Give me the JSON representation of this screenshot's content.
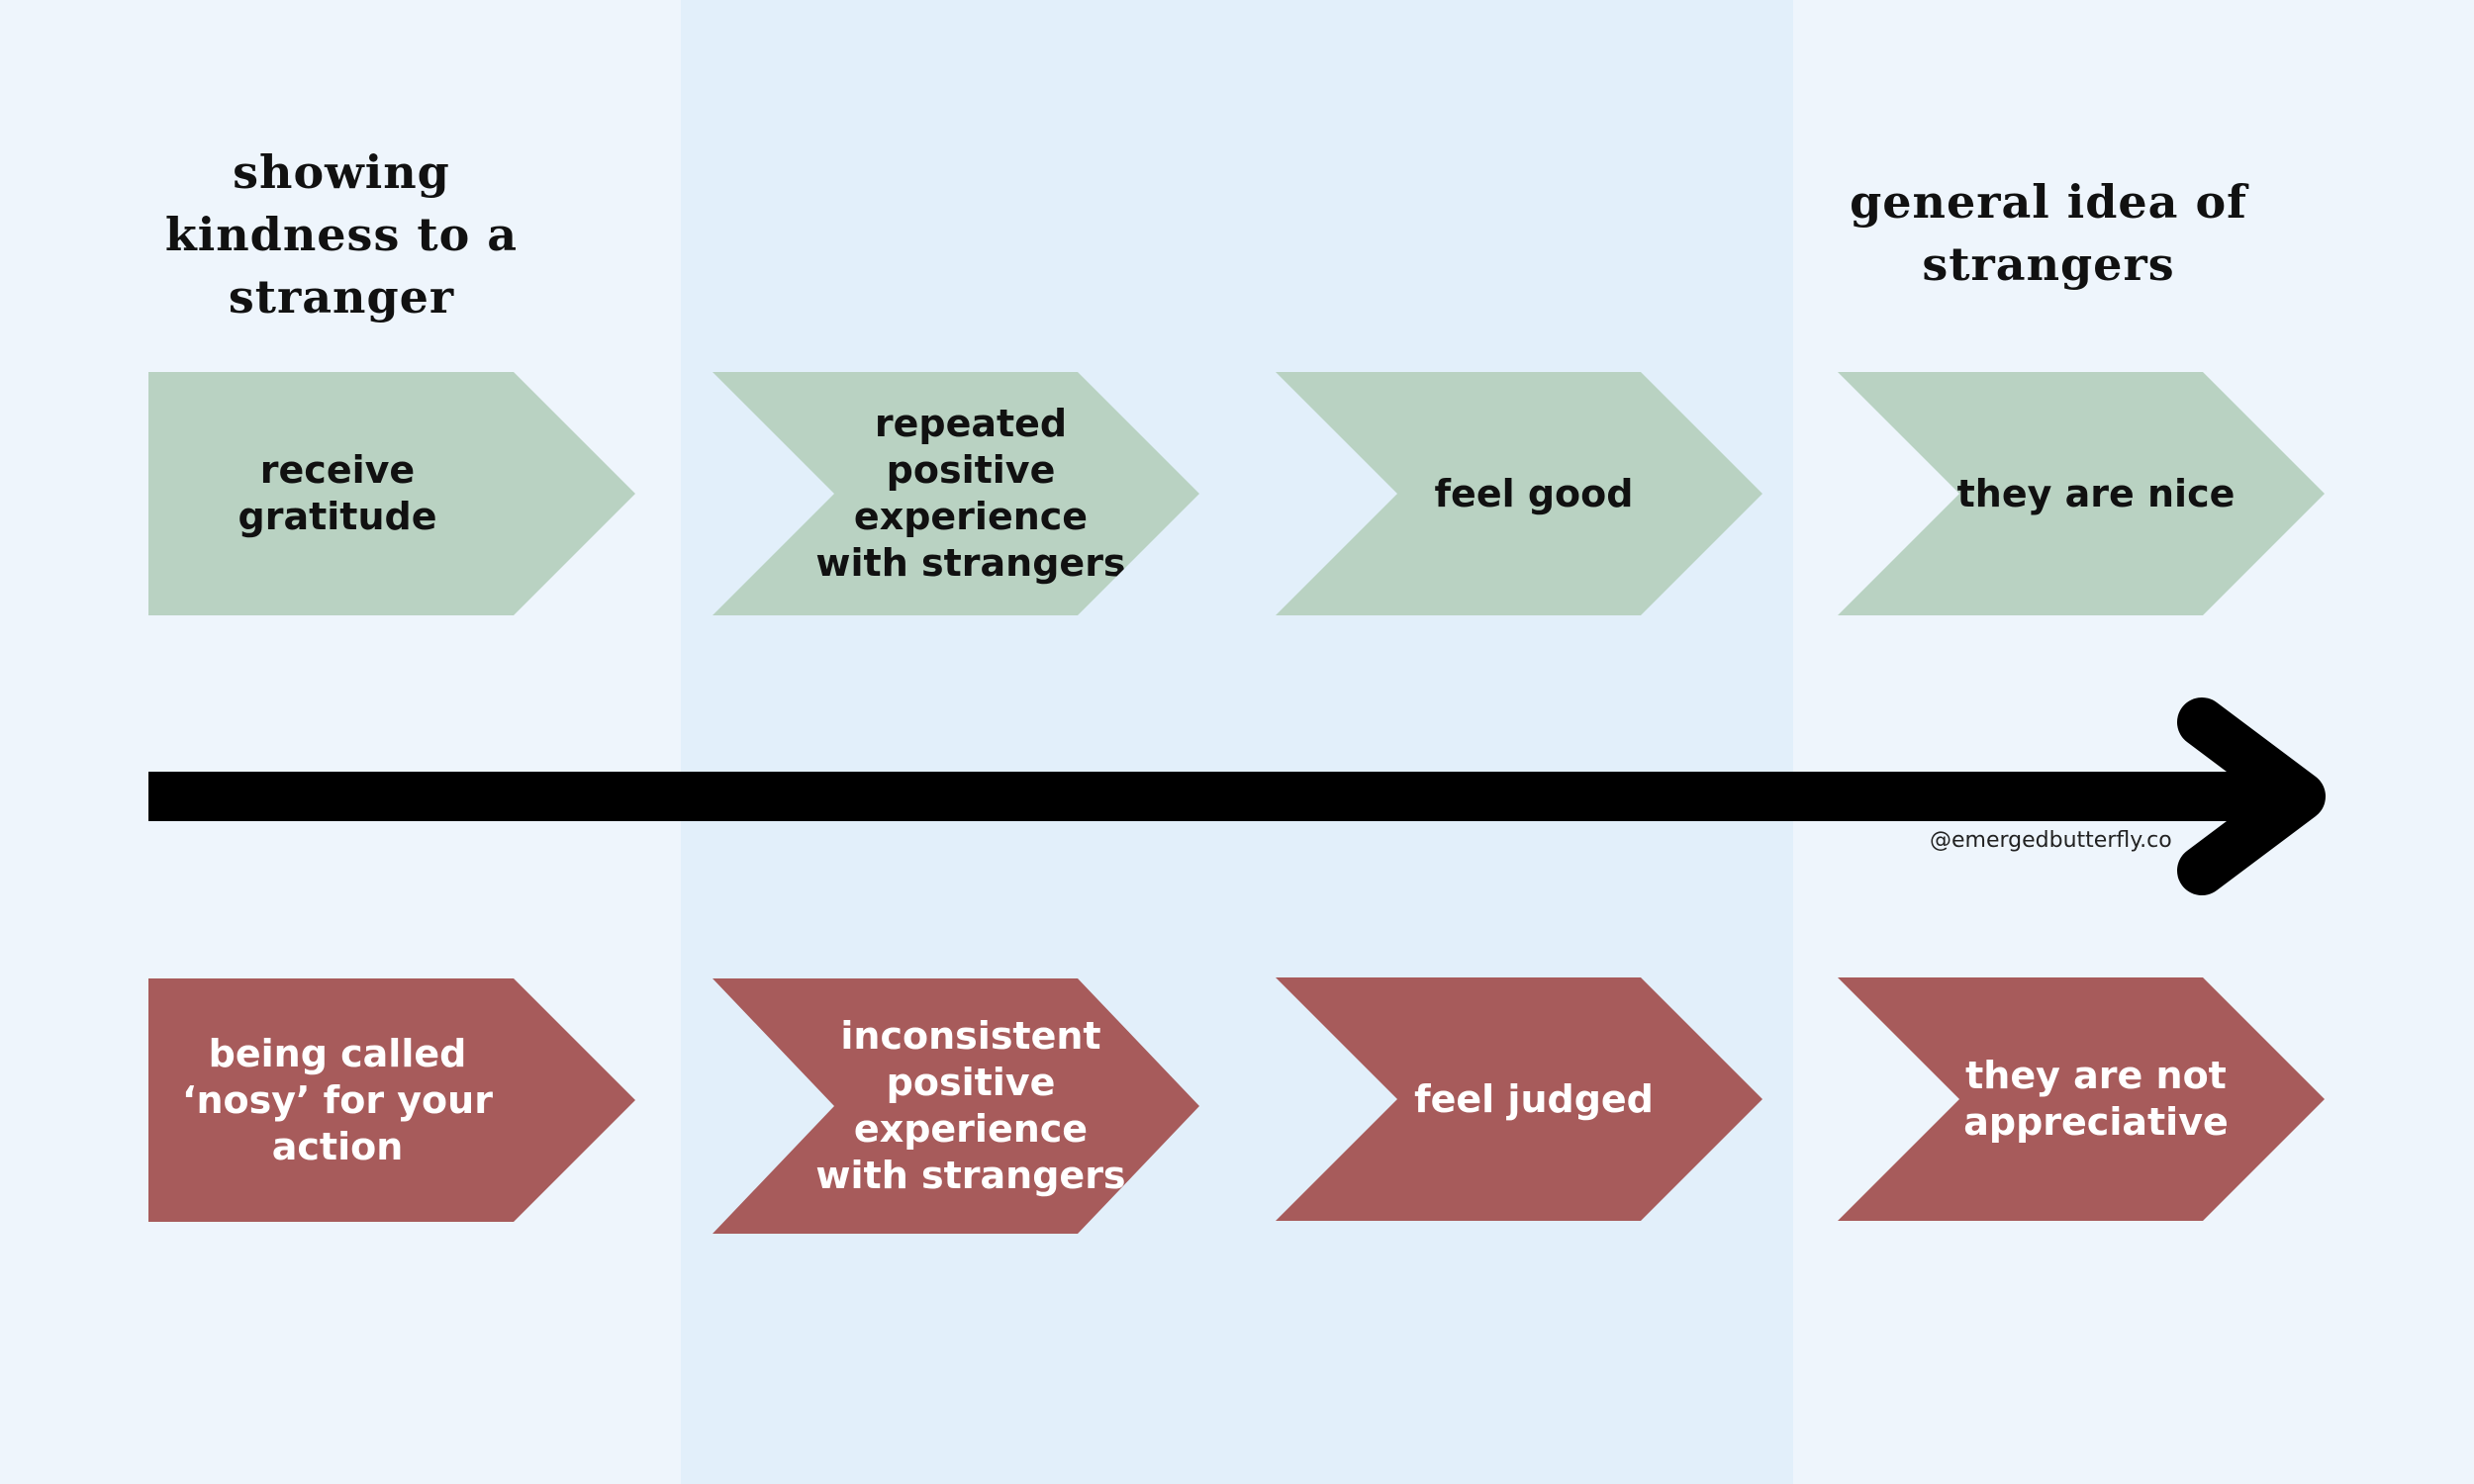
{
  "headings": {
    "left": "showing kindness to a stranger",
    "right": "general idea of strangers"
  },
  "positive_row": [
    {
      "label": "receive gratitude"
    },
    {
      "label": "repeated positive experience with strangers"
    },
    {
      "label": "feel good"
    },
    {
      "label": "they are nice"
    }
  ],
  "negative_row": [
    {
      "label": "being called ‘nosy’ for your action"
    },
    {
      "label": "inconsistent positive experience with strangers"
    },
    {
      "label": "feel judged"
    },
    {
      "label": "they are not appreciative"
    }
  ],
  "credit": "@emergedbutterfly.co",
  "colors": {
    "positive": "#b9d2c2",
    "negative": "#a75b5b",
    "arrow": "#000000",
    "band_light": "#eef5fc",
    "band_mid": "#e2effa"
  },
  "icons": {
    "timeline_arrow": "right-arrow-icon"
  }
}
